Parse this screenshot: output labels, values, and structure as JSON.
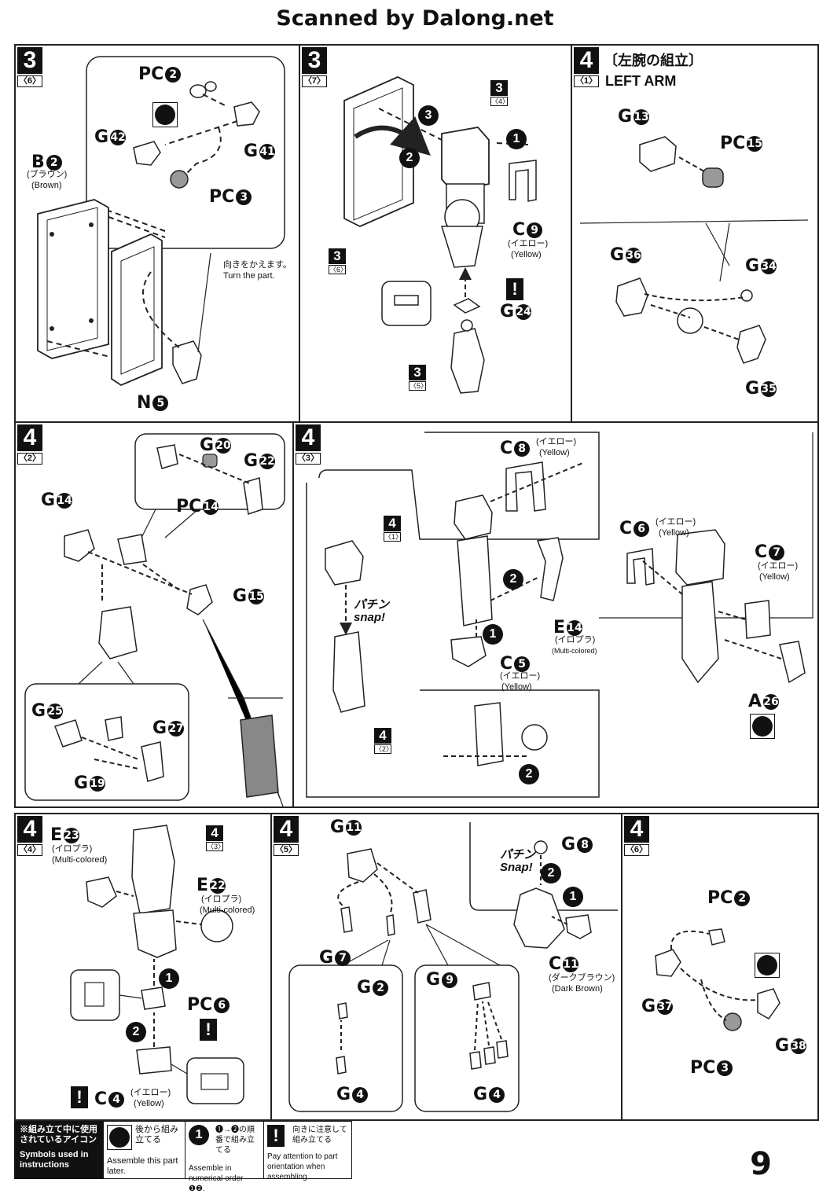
{
  "header": {
    "scan_credit": "Scanned by Dalong.net"
  },
  "steps": {
    "p1": {
      "num": "3",
      "sub": "〈6〉",
      "labels": {
        "pc2": "PC",
        "pc2n": "2",
        "g42": "G",
        "g42n": "42",
        "g41": "G",
        "g41n": "41",
        "pc3": "PC",
        "pc3n": "3",
        "b2": "B",
        "b2n": "2",
        "n5": "N",
        "n5n": "5"
      },
      "b2_color_jp": "(ブラウン)",
      "b2_color_en": "(Brown)",
      "turn_jp": "向きをかえます。",
      "turn_en": "Turn the part."
    },
    "p2": {
      "num": "3",
      "sub": "〈7〉",
      "ref_top": {
        "n": "3",
        "s": "〈4〉"
      },
      "ref_left": {
        "n": "3",
        "s": "〈6〉"
      },
      "ref_bottom": {
        "n": "3",
        "s": "〈5〉"
      },
      "c9": "C",
      "c9n": "9",
      "c9_jp": "(イエロー)",
      "c9_en": "(Yellow)",
      "g24": "G",
      "g24n": "24"
    },
    "p3": {
      "num": "4",
      "sub": "〈1〉",
      "title_jp": "〔左腕の組立〕",
      "title_en": "LEFT ARM",
      "g13": "G",
      "g13n": "13",
      "pc15": "PC",
      "pc15n": "15",
      "g36": "G",
      "g36n": "36",
      "g34": "G",
      "g34n": "34",
      "g35": "G",
      "g35n": "35"
    },
    "p4": {
      "num": "4",
      "sub": "〈2〉",
      "g20": "G",
      "g20n": "20",
      "g22": "G",
      "g22n": "22",
      "pc14": "PC",
      "pc14n": "14",
      "g14": "G",
      "g14n": "14",
      "g15": "G",
      "g15n": "15",
      "g25": "G",
      "g25n": "25",
      "g27": "G",
      "g27n": "27",
      "g19": "G",
      "g19n": "19"
    },
    "p5": {
      "num": "4",
      "sub": "〈3〉",
      "ref1": {
        "n": "4",
        "s": "〈1〉"
      },
      "ref2": {
        "n": "4",
        "s": "〈2〉"
      },
      "snap_jp": "パチン",
      "snap_en": "snap!",
      "c8": "C",
      "c8n": "8",
      "c8_jp": "(イエロー)",
      "c8_en": "(Yellow)",
      "c6": "C",
      "c6n": "6",
      "c6_jp": "(イエロー)",
      "c6_en": "(Yellow)",
      "c7": "C",
      "c7n": "7",
      "c7_jp": "(イエロー)",
      "c7_en": "(Yellow)",
      "e14": "E",
      "e14n": "14",
      "e14_jp": "(イロプラ)",
      "e14_en": "(Multi-colored)",
      "c5": "C",
      "c5n": "5",
      "c5_jp": "(イエロー)",
      "c5_en": "(Yellow)",
      "a26": "A",
      "a26n": "26"
    },
    "p6": {
      "num": "4",
      "sub": "〈4〉",
      "ref": {
        "n": "4",
        "s": "〈3〉"
      },
      "e23": "E",
      "e23n": "23",
      "e23_jp": "(イロプラ)",
      "e23_en": "(Multi-colored)",
      "e22": "E",
      "e22n": "22",
      "e22_jp": "(イロプラ)",
      "e22_en": "(Multi-colored)",
      "pc6": "PC",
      "pc6n": "6",
      "c4": "C",
      "c4n": "4",
      "c4_jp": "(イエロー)",
      "c4_en": "(Yellow)"
    },
    "p7": {
      "num": "4",
      "sub": "〈5〉",
      "g11": "G",
      "g11n": "11",
      "g7": "G",
      "g7n": "7",
      "g2": "G",
      "g2n": "2",
      "g4a": "G",
      "g4an": "4",
      "g9": "G",
      "g9n": "9",
      "g4b": "G",
      "g4bn": "4",
      "g8": "G",
      "g8n": "8",
      "snap_jp": "パチン",
      "snap_en": "Snap!",
      "c11": "C",
      "c11n": "11",
      "c11_jp": "(ダークブラウン)",
      "c11_en": "(Dark Brown)"
    },
    "p8": {
      "num": "4",
      "sub": "〈6〉",
      "pc2": "PC",
      "pc2n": "2",
      "g37": "G",
      "g37n": "37",
      "g38": "G",
      "g38n": "38",
      "pc3": "PC",
      "pc3n": "3"
    }
  },
  "legend": {
    "heading_jp": "※組み立て中に使用されているアイコン",
    "heading_en": "Symbols used in instructions",
    "icon1_jp": "後から組み立てる",
    "icon1_en": "Assemble this part later.",
    "icon2_jp": "❶→❷の順番で組み立てる",
    "icon2_en": "Assemble in numerical order ❶❷.",
    "icon3_jp": "向きに注意して組み立てる",
    "icon3_en": "Pay attention to part orientation when assembling."
  },
  "page_number": "9"
}
